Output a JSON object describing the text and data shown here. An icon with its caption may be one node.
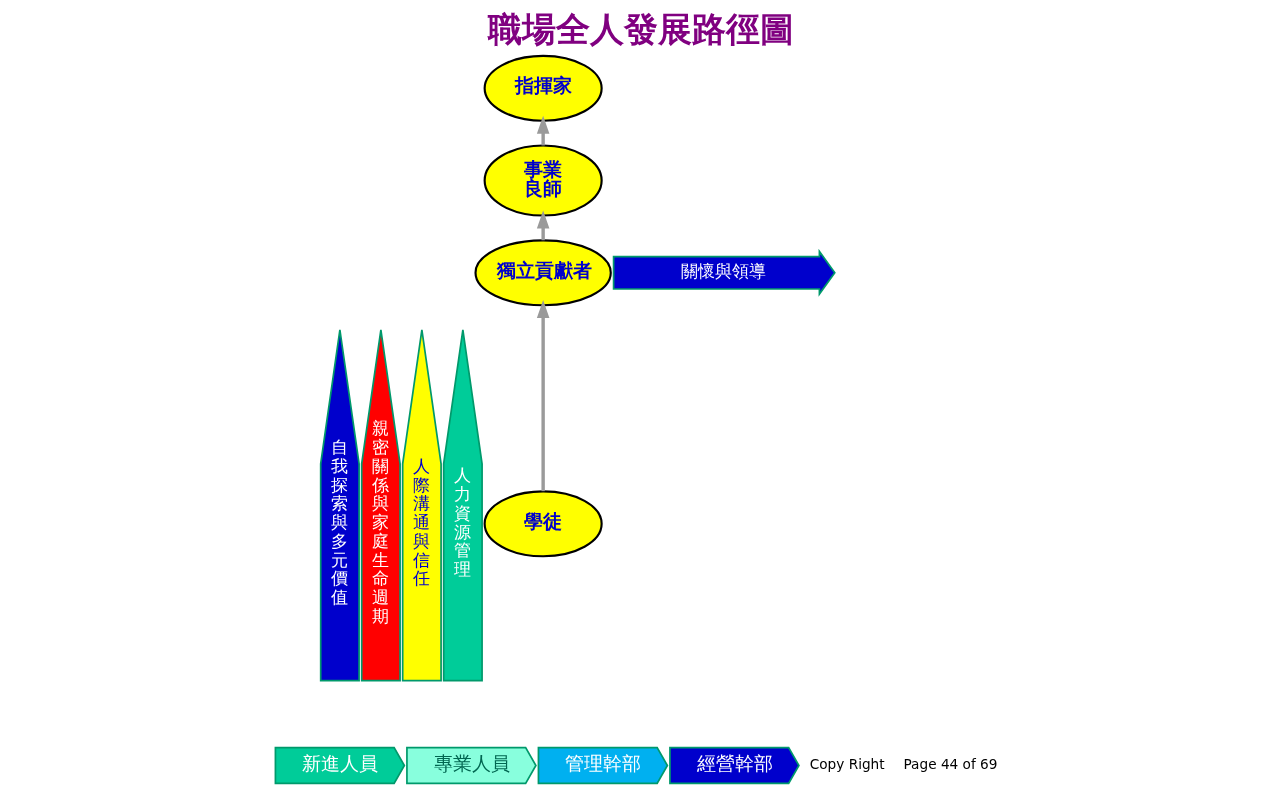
{
  "diagram": {
    "title": "職場全人發展路徑圖",
    "nodes": [
      {
        "text": [
          "自我探索與多元價值"
        ]
      },
      {
        "text": [
          "親密關係與家庭生命週期"
        ]
      },
      {
        "text": [
          "人際溝通與信任"
        ]
      },
      {
        "text": [
          "人力資源管理"
        ]
      },
      {
        "text": [
          "關懷與領導"
        ]
      },
      {
        "text": [
          "學徒"
        ]
      },
      {
        "text": [
          "獨立貢獻者"
        ]
      },
      {
        "text": [
          "事業良師"
        ]
      },
      {
        "text": [
          "指揮家"
        ]
      },
      {
        "text": [
          "新進人員"
        ]
      },
      {
        "text": [
          "專業人員"
        ]
      },
      {
        "text": [
          "管理幹部"
        ]
      },
      {
        "text": [
          "經營幹部"
        ]
      }
    ],
    "edges": [
      {
        "from": 5,
        "to": 6,
        "arrow": "to"
      },
      {
        "from": 6,
        "to": 7,
        "arrow": "to"
      },
      {
        "from": 7,
        "to": 8,
        "arrow": "to"
      }
    ],
    "labels": [
      "Copy Right",
      "Page 44 of 69"
    ]
  }
}
